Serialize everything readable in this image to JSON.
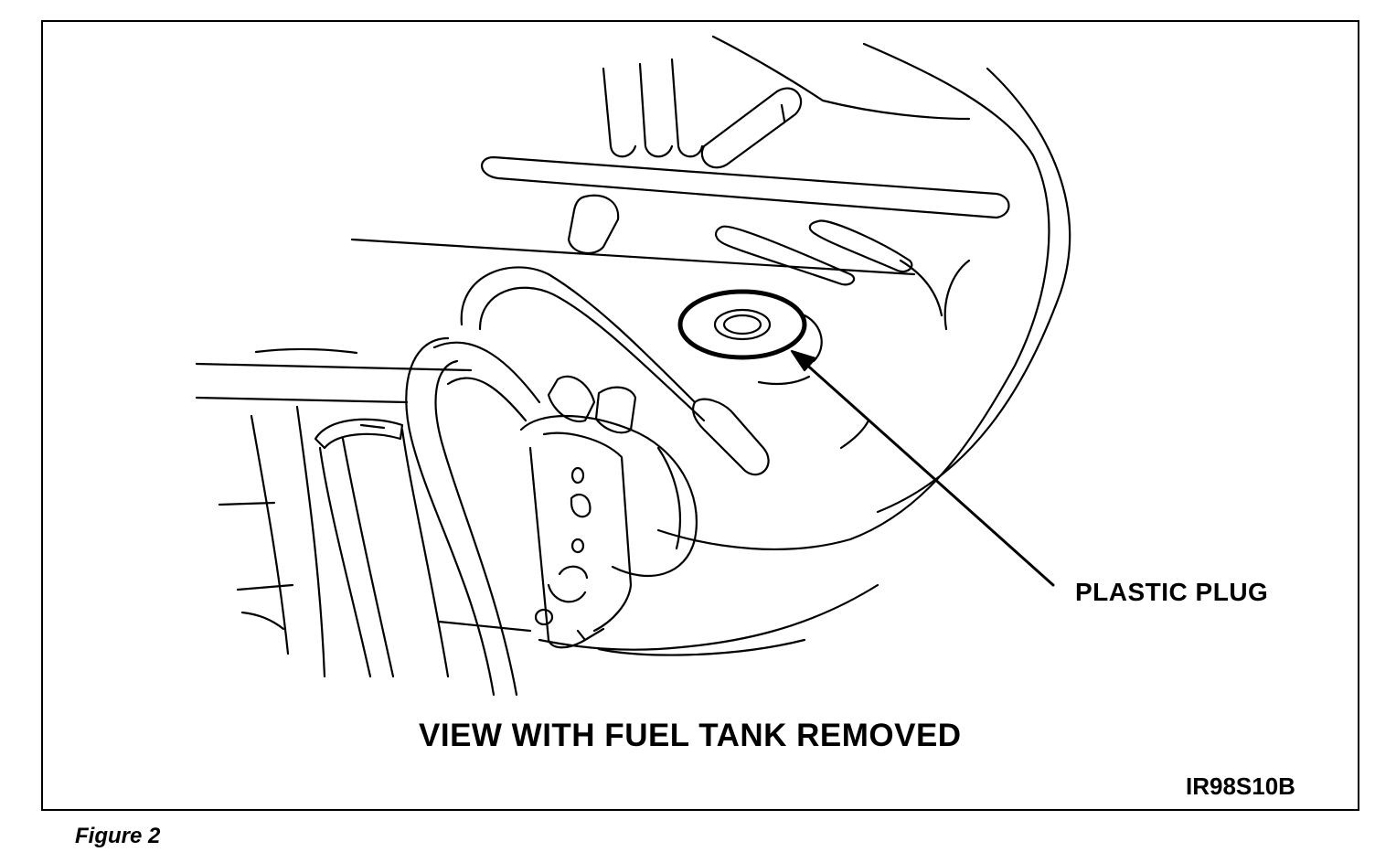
{
  "figure": {
    "callout_label": "PLASTIC PLUG",
    "view_caption": "VIEW WITH FUEL TANK REMOVED",
    "figure_code": "IR98S10B",
    "figure_number": "Figure 2"
  }
}
